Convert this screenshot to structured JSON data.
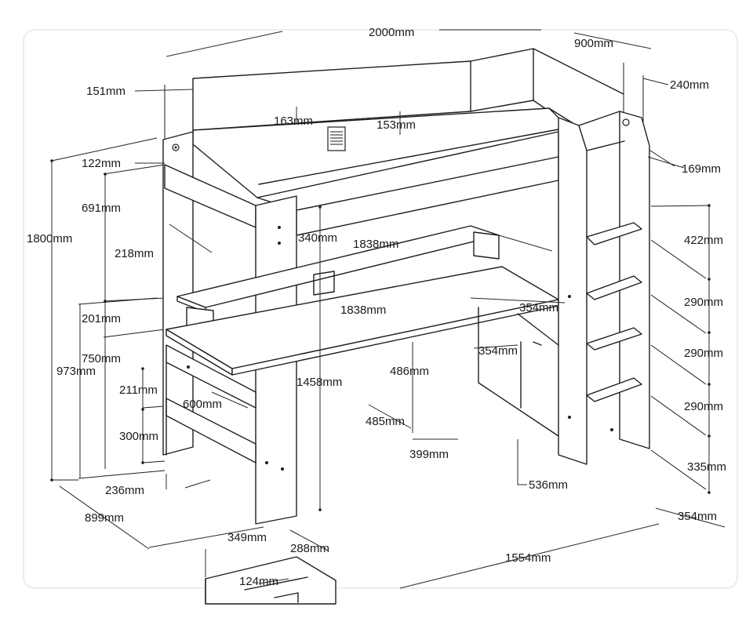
{
  "diagram": {
    "labels": {
      "length": "2000mm",
      "depth": "900mm",
      "post_width": "151mm",
      "ladder_width": "240mm",
      "rail_gap": "163mm",
      "rail_height": "153mm",
      "top_rail": "122mm",
      "ladder_offset": "169mm",
      "upper_gap": "691mm",
      "total_height": "1800mm",
      "shelf_depth": "218mm",
      "shelf_riser": "340mm",
      "shelf_length": "1838mm",
      "step_top": "422mm",
      "shelf_to_desk": "201mm",
      "desk_length": "1838mm",
      "desk_riser": "354mm",
      "step_gap_1": "290mm",
      "desk_height": "750mm",
      "side_depth": "354mm",
      "step_gap_2": "290mm",
      "left_height": "973mm",
      "unit_height": "486mm",
      "front_height": "1458mm",
      "lower_gap": "211mm",
      "desk_depth": "600mm",
      "step_gap_3": "290mm",
      "base_depth": "485mm",
      "bottom_gap": "300mm",
      "unit_width": "399mm",
      "bottom_step": "335mm",
      "drawer_depth": "236mm",
      "unit_offset": "536mm",
      "base_width": "899mm",
      "ladder_depth": "354mm",
      "drawer_width": "349mm",
      "drawer_height": "288mm",
      "base_length": "1554mm",
      "drawer_front": "124mm"
    }
  }
}
